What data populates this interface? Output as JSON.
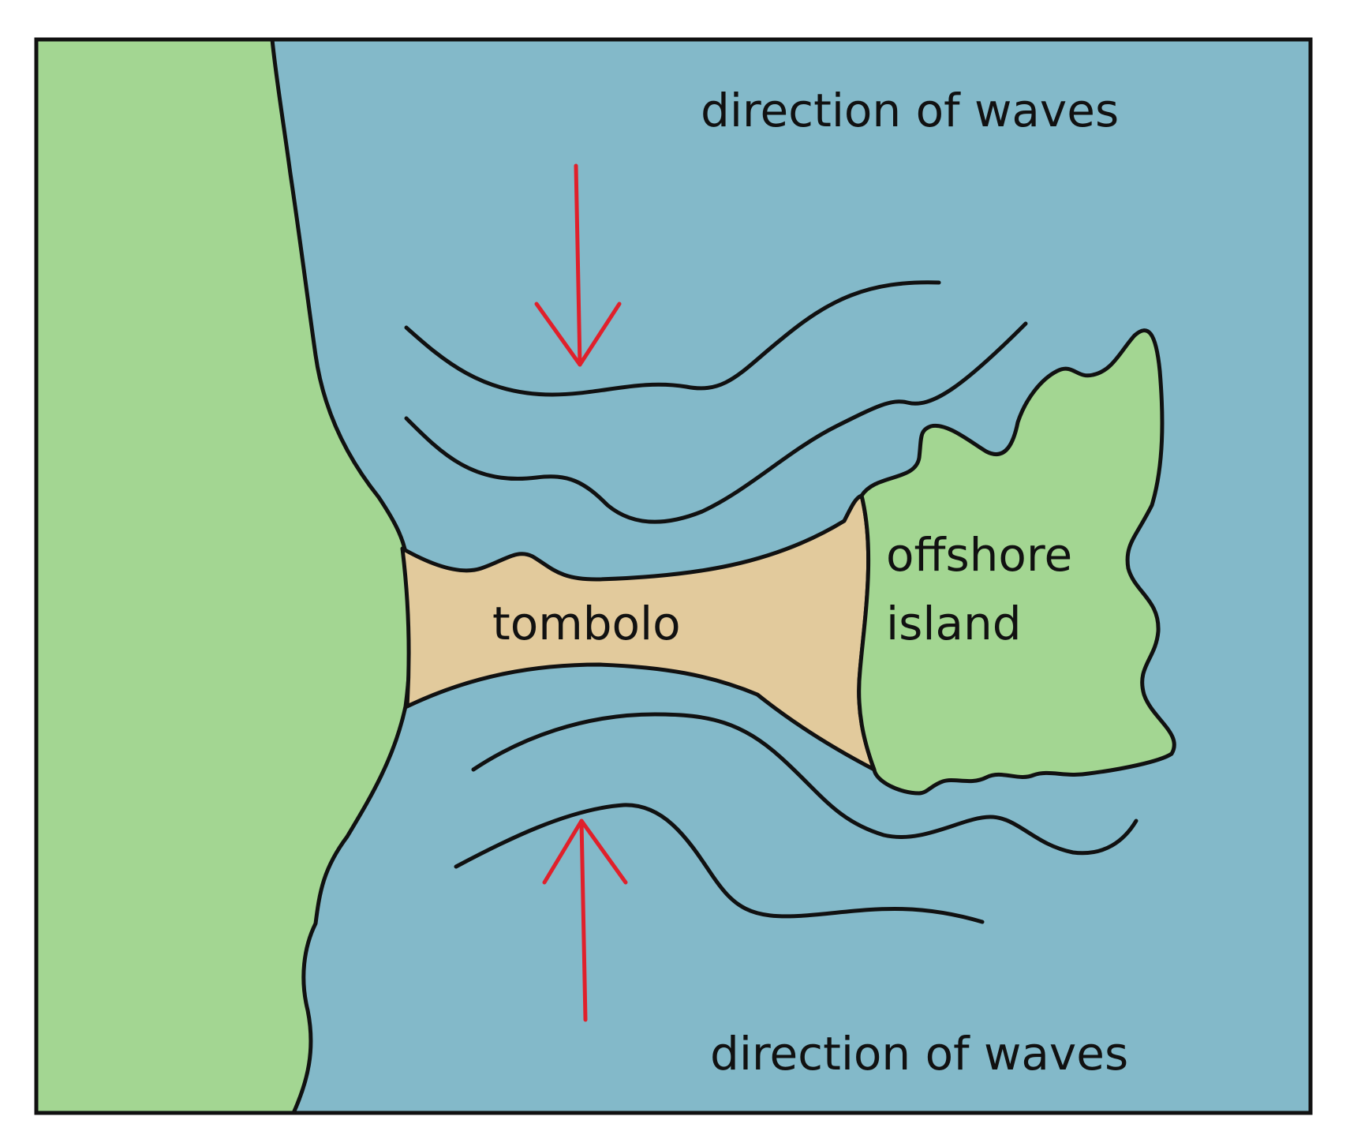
{
  "labels": {
    "waves_top": "direction of waves",
    "waves_bottom": "direction of waves",
    "tombolo": "tombolo",
    "island_line1": "offshore",
    "island_line2": "island"
  },
  "colors": {
    "sea": "#83B9C9",
    "land": "#A3D692",
    "sand": "#E2CA9C",
    "outline": "#111111",
    "arrow": "#E0202B"
  },
  "icons": {
    "wave_direction_top": "arrow-down-icon",
    "wave_direction_bottom": "arrow-up-icon"
  }
}
